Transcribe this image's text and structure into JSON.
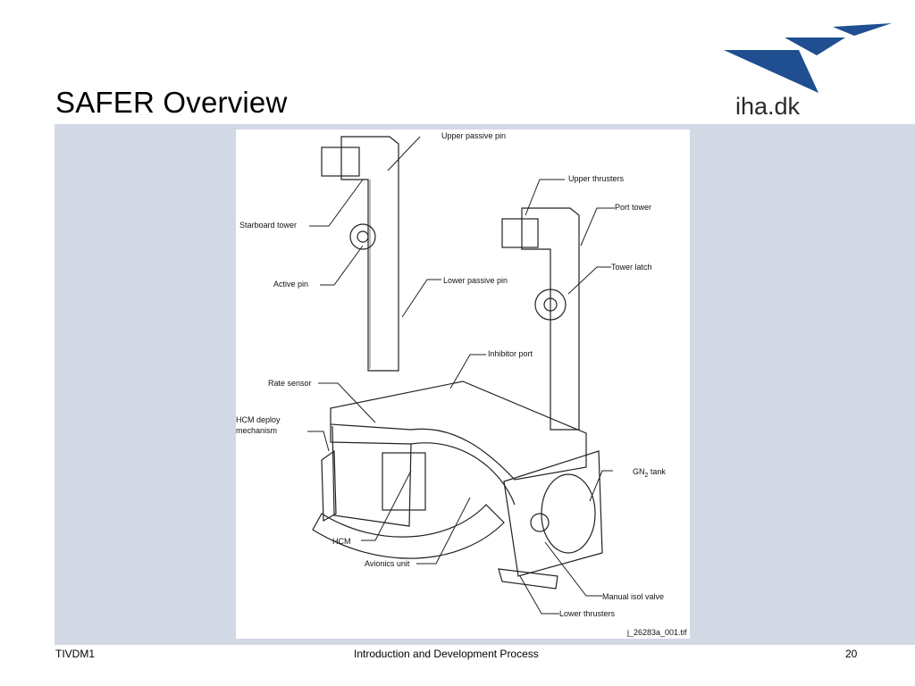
{
  "slide": {
    "title": "SAFER Overview",
    "logo_text": "iha.dk",
    "colors": {
      "brand": "#1f4e91",
      "content_bg": "#d3d8e5"
    }
  },
  "figure": {
    "labels": {
      "upper_passive_pin": "Upper passive pin",
      "upper_thrusters": "Upper thrusters",
      "port_tower": "Port tower",
      "starboard_tower": "Starboard tower",
      "tower_latch": "Tower latch",
      "active_pin": "Active pin",
      "lower_passive_pin": "Lower passive pin",
      "inhibitor_port": "Inhibitor port",
      "rate_sensor": "Rate sensor",
      "hcm_deploy_1": "HCM deploy",
      "hcm_deploy_2": "mechanism",
      "gn2_tank_prefix": "GN",
      "gn2_tank_sub": "2",
      "gn2_tank_suffix": " tank",
      "hcm": "HCM",
      "avionics_unit": "Avionics unit",
      "manual_isol_valve": "Manual isol valve",
      "lower_thrusters": "Lower thrusters",
      "file_id": "j_26283a_001.tif"
    }
  },
  "footer": {
    "left": "TIVDM1",
    "center": "Introduction and Development Process",
    "page": "20"
  }
}
